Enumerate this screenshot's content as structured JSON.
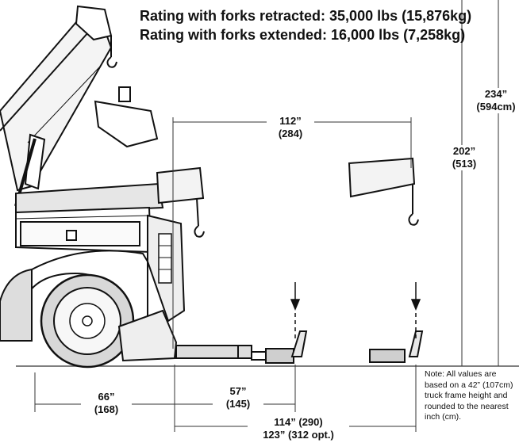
{
  "ratings": {
    "retracted": "Rating with forks retracted: 35,000 lbs (15,876kg)",
    "extended": "Rating with forks extended: 16,000 lbs (7,258kg)"
  },
  "dimensions": {
    "d112": {
      "in": "112”",
      "cm": "(284)"
    },
    "d202": {
      "in": "202”",
      "cm": "(513)"
    },
    "d234": {
      "in": "234”",
      "cm": "(594cm)"
    },
    "d66": {
      "in": "66”",
      "cm": "(168)"
    },
    "d57": {
      "in": "57”",
      "cm": "(145)"
    },
    "d114": {
      "line1": "114” (290)",
      "line2": "123” (312 opt.)"
    }
  },
  "note": "Note: All values are based on a 42” (107cm) truck frame height and rounded to the nearest inch (cm)."
}
